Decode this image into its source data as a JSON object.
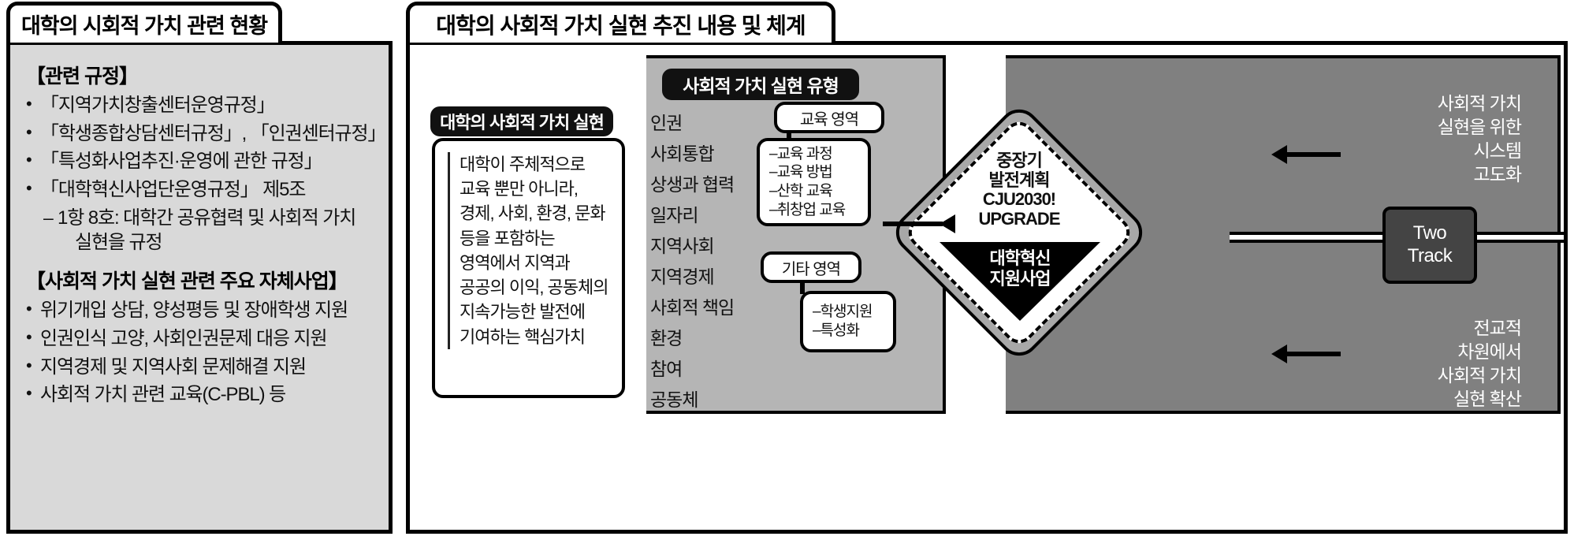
{
  "left_panel": {
    "title": "대학의 시회적 가치 관련 현황",
    "section1_head": "【관련 규정】",
    "section1_items": [
      "「지역가치창출센터운영규정」",
      "「학생종합상담센터규정」, 「인권센터규정」",
      "「특성화사업추진·운영에 관한 규정」",
      "「대학혁신사업단운영규정」 제5조"
    ],
    "section1_sub": "1항 8호: 대학간 공유협력 및 사회적 가치",
    "section1_sub_cont": "실현을 규정",
    "section2_head": "【사회적 가치 실현 관련 주요 자체사업】",
    "section2_items": [
      "위기개입 상담, 양성평등 및 장애학생 지원",
      "인권인식 고양, 사회인권문제 대응 지원",
      "지역경제 및 지역사회 문제해결 지원",
      "사회적 가치 관련 교육(C-PBL) 등"
    ]
  },
  "right_panel": {
    "title": "대학의 사회적 가치 실현 추진 내용 및 체계",
    "center_card": {
      "pill": "대학의 사회적 가치 실현",
      "lines": [
        "대학이 주체적으로",
        "교육 뿐만 아니라,",
        "경제, 사회, 환경, 문화",
        "등을 포함하는",
        "영역에서 지역과",
        "공공의 이익, 공동체의",
        "지속가능한 발전에",
        "기여하는 핵심가치"
      ]
    },
    "types": {
      "pill": "사회적 가치 실현 유형",
      "items": [
        "인권",
        "사회통합",
        "상생과 협력",
        "일자리",
        "지역사회",
        "지역경제",
        "사회적 책임",
        "환경",
        "참여",
        "공동체"
      ]
    },
    "edu_callout": {
      "header": "교육 영역",
      "items": [
        "–교육 과정",
        "–교육 방법",
        "–산학 교육",
        "–취창업 교육"
      ]
    },
    "etc_callout": {
      "header": "기타 영역",
      "items": [
        "–학생지원",
        "–특성화"
      ]
    },
    "diamond": {
      "line1": "중장기",
      "line2": "발전계획",
      "line3": "CJU2030!",
      "line4": "UPGRADE",
      "black1": "대학혁신",
      "black2": "지원사업"
    },
    "two_track": {
      "line1": "Two",
      "line2": "Track"
    },
    "right_text_top": [
      "사회적 가치",
      "실현을 위한",
      "시스템",
      "고도화"
    ],
    "right_text_bottom": [
      "전교적",
      "차원에서",
      "사회적 가치",
      "실현 확산"
    ]
  },
  "colors": {
    "panel_fill": "#d9d9d9",
    "light_gray_block": "#b5b5b5",
    "dark_gray_band": "#808080",
    "diamond_outer": "#a8a8a8",
    "two_track_fill": "#444444",
    "black": "#000000",
    "white": "#ffffff"
  }
}
